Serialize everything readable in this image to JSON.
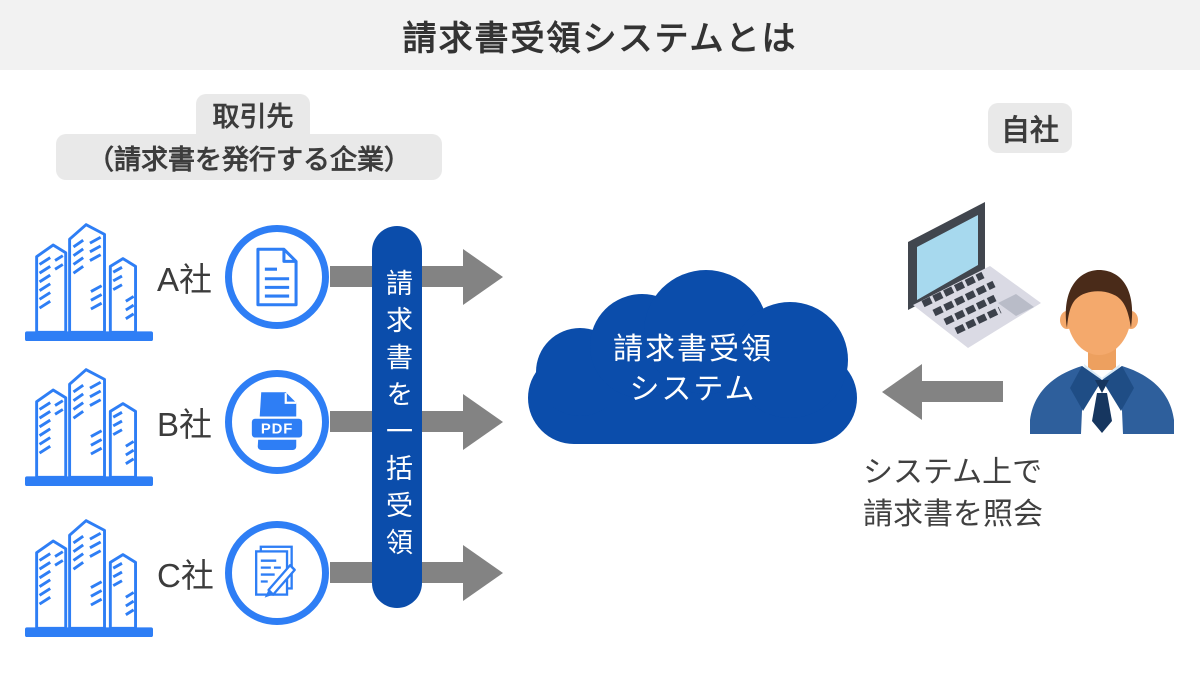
{
  "header": {
    "title": "請求書受領システムとは"
  },
  "partner_label": {
    "line1": "取引先",
    "line2": "（請求書を発行する企業）"
  },
  "own_company_label": "自社",
  "companies": [
    {
      "name": "A社",
      "doc_icon": "document"
    },
    {
      "name": "B社",
      "doc_icon": "pdf"
    },
    {
      "name": "C社",
      "doc_icon": "signed-document"
    }
  ],
  "pdf_icon_text": "PDF",
  "pipeline_label": "請求書を一括受領",
  "cloud": {
    "line1": "請求書受領",
    "line2": "システム"
  },
  "caption": {
    "line1": "システム上で",
    "line2": "請求書を照会"
  },
  "colors": {
    "accent_blue": "#2e7ef5",
    "deep_blue": "#0b4dab",
    "arrow_gray": "#838383",
    "label_bg": "#e9e9e9",
    "header_bg": "#f2f2f2",
    "text_dark": "#3c3c3c",
    "screen_blue": "#a7d9ee",
    "suit_blue": "#2e5f9c"
  }
}
